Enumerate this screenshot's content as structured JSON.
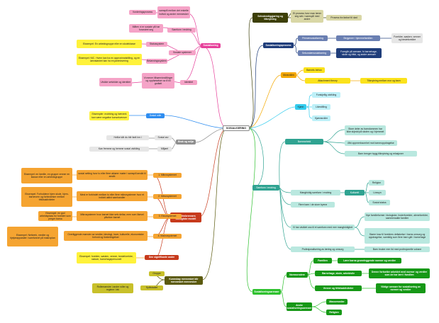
{
  "title": "SOSIALISERING",
  "left": {
    "sosialisering": {
      "label": "Sosialisering",
      "vurdering": "Vurderingsprosess",
      "samspill": "samspill mellom det enkelte individ og andre mennesker",
      "samfunn": "Samfunn i endring",
      "maten": "Måten vi er sosiale på har forandret seg",
      "sosialeSystemer": "Sosiale systemer",
      "statussys": "Statussystem",
      "statusEx": "Eksempel: En arbeidsgruppe eller en skoleklasse",
      "belonning": "Belønningssystem",
      "belonEx": "Eksempel: NIC. Hvem kan ha en approximalstilling, og en lønnsløshet kan ha en jantelovering",
      "identitet": "Identitet",
      "tilstand": "Vi mener tilhøreninstillinger og oppførselser av å bli godtatt",
      "utvikle": "Utvikle selvbilde og identitet"
    },
    "sosialRolle": {
      "label": "Sosial rolle",
      "ex": "Eksempler: mobbing og hærverk kan være negative konsekvenser"
    },
    "bruk": {
      "label": "Bruk og miljø",
      "sosv": "Sosial arv",
      "sosvText": "Hvilke kår du blir født inn i",
      "miljo": "Miljøet",
      "miljoText": "Kan fremme og hemme sosial utvikling"
    },
    "bronfen": {
      "label": "Bronfenbrenners biologiske modell",
      "m1": "1. Mikrosystemet",
      "m1t": "sosial setting hvor to eller flere aktører møter i samspill ansikt til ansikt",
      "m1e": "Eksempel: en familie, en gruppe venner en klasse eller en arbeidsgruppe",
      "m2": "2. Mesosystemet",
      "m2t": "Mest er forbindet mellom to eller flere mikrosystemer hvor et individ aktivt samhandler",
      "m2e": "Eksempel: Forholdene hjem skole, hjem-barnevern og forbindelser mellom fritidsaktiviteter",
      "m3": "3. Eksosystemet",
      "m3t": "Mikrosystemer hvor barnet ikke selv deltar, men som likevel påvirker barnet",
      "m3e": "Eksempel: en god arbeidsplass for foreldre som preger barna",
      "m4": "4. Makrosystemet",
      "m4t": "Overliggende mønster av verdier, ideologi, lover, kulturelle, ekonomiske forhold og livsbetingelser",
      "m4e": "Eksempel: Nettverk, medier og hjelpeapparater i samfunnet på makroplan",
      "signif": "Den signifikante andre",
      "signifEx": "Eksempel: foreldre, søsken, venner, besteforeldre, naboer, barnehagepersonell"
    },
    "mead": {
      "label": "Kunnskap mennesket blir mennesket mennesker",
      "gruppe": "Gruppe",
      "spill": "Spillstadiet",
      "spillText": "Rollemønstre i andre roller og reglene i lek"
    }
  },
  "right": {
    "selvst": {
      "label": "Selvstendiggjøring og tilknytning",
      "a": "Et prosess hvor man lærer seg selv i samspill med andre",
      "b": "Prosess fra fødsel til død"
    },
    "sosialisering": {
      "label": "Sosialiseringsprosess",
      "prim": "Primærsosialisering",
      "primT": "Begynner i hjemmefamilien",
      "primC": "Foreldre, søsken, venner og besteforeldre",
      "sek": "Sekundærsosialisering",
      "sekT": "Foregår på arenaer, fx barnehage, skole og fritid, og andre arenaer"
    },
    "mor": {
      "label": "Morsrollen",
      "a": "Barnets behov",
      "b": "Attachment theory",
      "c": "Tilknytning mellom mor og barn"
    },
    "kjonn": {
      "label": "Kjønn",
      "a": "Forskjellig utvikling",
      "b": "Likestilling",
      "c": "Kjønnsroller"
    },
    "samfunn": {
      "label": "Samfunn i endring",
      "arbeid": "Barnearbeid",
      "arbA": "Store deler av barndommen har ikke skjedd på skolen og i hjemmet",
      "arbB": "Økt oppmerksomhet mot barneoppdragelse",
      "arbC": "Barn trenger trygg tilknytning og relasjoner",
      "mang": "Mangfoldig samfunn i endring",
      "mangL": "Kulturelt",
      "mangA": "Religion",
      "mangB": "Livssyn",
      "mangC": "Sosial status",
      "flere": "Flere barn i de store byene",
      "vok": "Vi har utviklet oss til et samfunn med mer mangfoldighet",
      "vokA": "Nye familieformer: biologiske, fosterforeldre, aleneforeldre, sammensatte familier",
      "vokB": "Større krav til foreldres deltakelse i barns omsorg og oppdragelse, samtidig som flere barn går i barnehage",
      "prof": "Profesjonalisering av læring og omsorg",
      "profA": "Barn bruker mer tid med profesjonelle voksne"
    },
    "agent": {
      "label": "Sosialiseringsarenaer",
      "norm": "Normsendere",
      "fam": "Familien",
      "famT": "Lære barna grunnleggende normer og verdier",
      "barn": "Barnehage, skole, arbeidsliv",
      "barnT": "Denne fortsetter arbeidet med normer og verdier som de har lært i familien",
      "venn": "Venner og fritidsaktiviteter",
      "vennT": "Viktige arenaer for sosialisering av normer og verdier",
      "andre": "Andre sosialiseringsarenaer",
      "media": "Massemedier",
      "rel": "Religion"
    }
  }
}
